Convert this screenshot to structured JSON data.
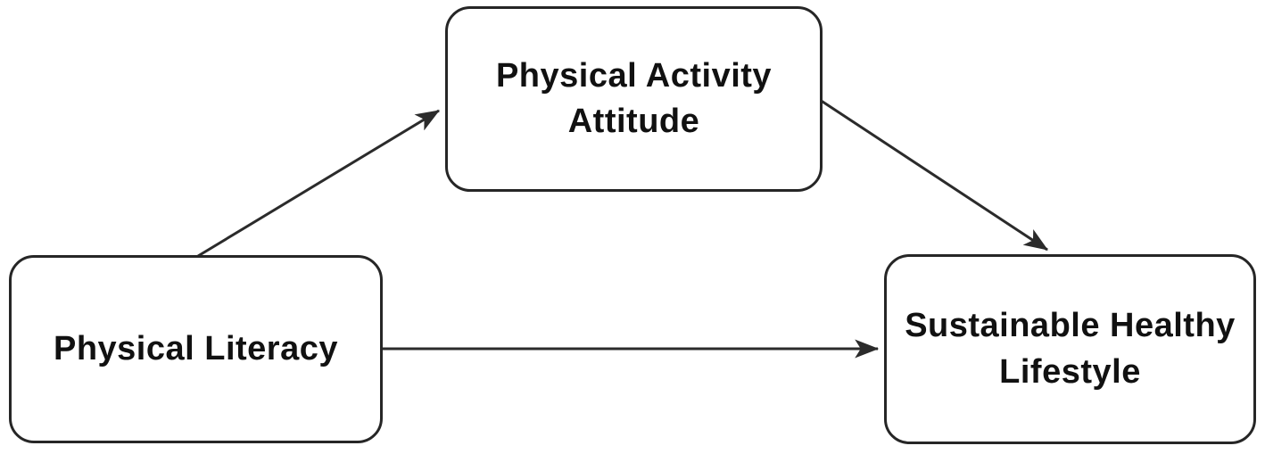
{
  "diagram": {
    "type": "mediation-model",
    "background_color": "#ffffff",
    "stroke_color": "#2b2b2b",
    "text_color": "#111111",
    "nodes": [
      {
        "id": "physical-literacy",
        "label": "Physical Literacy",
        "lines": [
          "Physical Literacy"
        ],
        "position": "bottom-left"
      },
      {
        "id": "physical-activity-attitude",
        "label": "Physical Activity Attitude",
        "lines": [
          "Physical Activity",
          "Attitude"
        ],
        "position": "top-center"
      },
      {
        "id": "sustainable-healthy-lifestyle",
        "label": "Sustainable Healthy Lifestyle",
        "lines": [
          "Sustainable Healthy",
          "Lifestyle"
        ],
        "position": "bottom-right"
      }
    ],
    "edges": [
      {
        "from": "Physical Literacy",
        "to": "Physical Activity Attitude",
        "style": "arrow"
      },
      {
        "from": "Physical Activity Attitude",
        "to": "Sustainable Healthy Lifestyle",
        "style": "arrow"
      },
      {
        "from": "Physical Literacy",
        "to": "Sustainable Healthy Lifestyle",
        "style": "arrow"
      }
    ]
  }
}
